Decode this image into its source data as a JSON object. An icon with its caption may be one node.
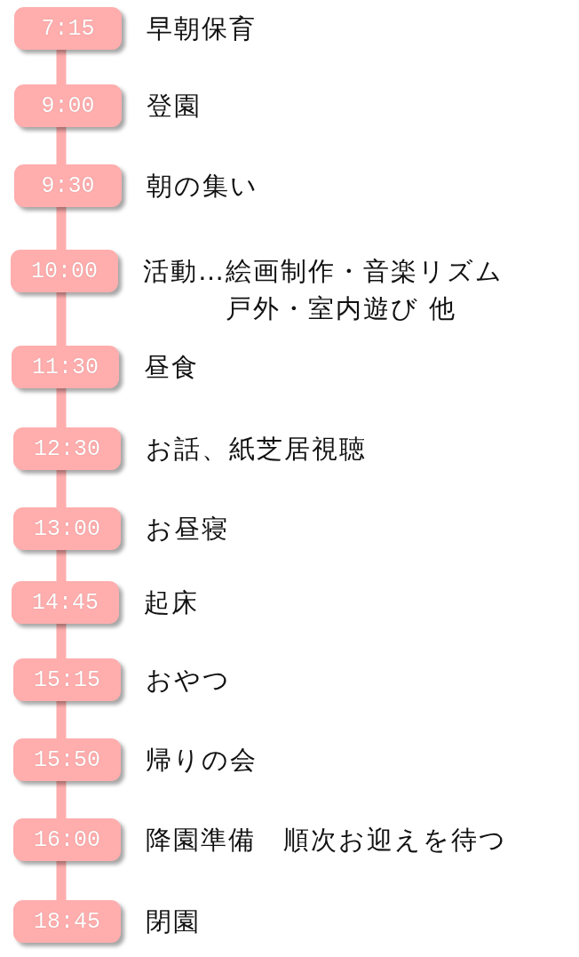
{
  "diagram": {
    "nodes": [
      {
        "text": [
          "7:15"
        ],
        "beside": [
          "早朝保育"
        ]
      },
      {
        "text": [
          "9:00"
        ],
        "beside": [
          "登園"
        ]
      },
      {
        "text": [
          "9:30"
        ],
        "beside": [
          "朝の集い"
        ]
      },
      {
        "text": [
          "10:00"
        ],
        "beside": [
          "活動…絵画制作・音楽リズム戸外・室内遊び 他"
        ]
      },
      {
        "text": [
          "11:30"
        ],
        "beside": [
          "昼食"
        ]
      },
      {
        "text": [
          "12:30"
        ],
        "beside": [
          "お話、紙芝居視聴"
        ]
      },
      {
        "text": [
          "13:00"
        ],
        "beside": [
          "お昼寝"
        ]
      },
      {
        "text": [
          "14:45"
        ],
        "beside": [
          "起床"
        ]
      },
      {
        "text": [
          "15:15"
        ],
        "beside": [
          "おやつ"
        ]
      },
      {
        "text": [
          "15:50"
        ],
        "beside": [
          "帰りの会"
        ]
      },
      {
        "text": [
          "16:00"
        ],
        "beside": [
          "降園準備　順次お迎えを待つ"
        ]
      },
      {
        "text": [
          "18:45"
        ],
        "beside": [
          "閉園"
        ]
      }
    ],
    "edges": [
      {
        "from": 0,
        "to": 1,
        "arrow": "none"
      },
      {
        "from": 1,
        "to": 2,
        "arrow": "none"
      },
      {
        "from": 2,
        "to": 3,
        "arrow": "none"
      },
      {
        "from": 3,
        "to": 4,
        "arrow": "none"
      },
      {
        "from": 4,
        "to": 5,
        "arrow": "none"
      },
      {
        "from": 5,
        "to": 6,
        "arrow": "none"
      },
      {
        "from": 6,
        "to": 7,
        "arrow": "none"
      },
      {
        "from": 7,
        "to": 8,
        "arrow": "none"
      },
      {
        "from": 8,
        "to": 9,
        "arrow": "none"
      },
      {
        "from": 9,
        "to": 10,
        "arrow": "none"
      },
      {
        "from": 10,
        "to": 11,
        "arrow": "none"
      }
    ]
  }
}
